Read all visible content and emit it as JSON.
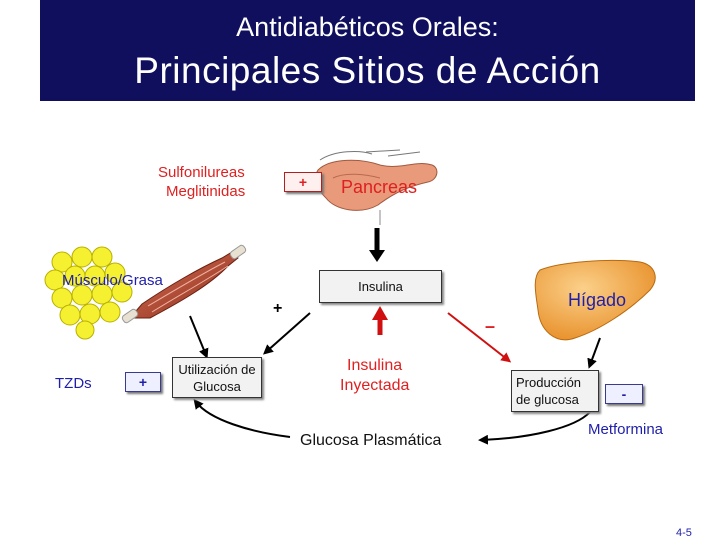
{
  "title": {
    "line1": "Antidiabéticos Orales:",
    "line2": "Principales Sitios de Acción"
  },
  "labels": {
    "sulfonilureas": "Sulfonilureas",
    "meglitinidas": "Meglitinidas",
    "pancreas": "Pancreas",
    "insulina_box": "Insulina",
    "musculo_grasa": "Músculo/Grasa",
    "higado": "Hígado",
    "insulina_inyectada_1": "Insulina",
    "insulina_inyectada_2": "Inyectada",
    "utilizacion_1": "Utilización de",
    "utilizacion_2": "Glucosa",
    "produccion_1": "Producción",
    "produccion_2": "de glucosa",
    "tzds": "TZDs",
    "metformina": "Metformina",
    "glucosa_plasmatica": "Glucosa Plasmática",
    "page_number": "4-5"
  },
  "signs": {
    "sulfonilureas_sign": "+",
    "tzds_sign": "+",
    "metformina_sign": "-",
    "insulin_to_use": "+",
    "insulin_to_production": "–"
  },
  "colors": {
    "title_bg": "#0f0f5e",
    "drug_red": "#e02020",
    "drug_blue": "#1f1faa",
    "fat_yellow": "#f5f030",
    "liver_orange": "#f0a040",
    "muscle_red": "#b84a30"
  }
}
